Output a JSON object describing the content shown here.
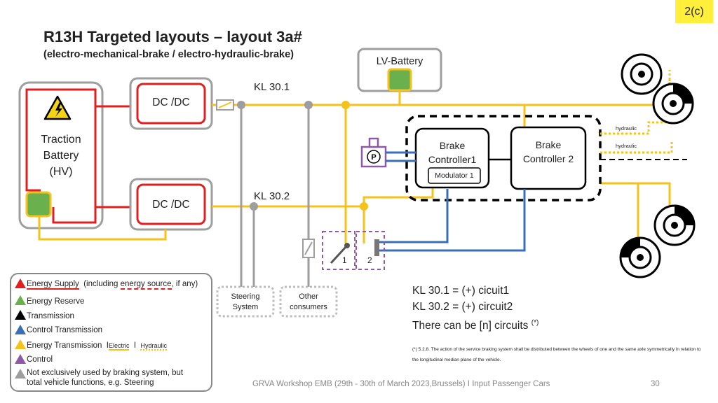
{
  "slide_tag": "2(c)",
  "title": "R13H Targeted layouts – layout 3a#",
  "subtitle": "(electro-mechanical-brake / electro-hydraulic-brake)",
  "blocks": {
    "lv_battery": "LV-Battery",
    "dcdc_top": "DC /DC",
    "dcdc_bottom": "DC /DC",
    "traction_battery": [
      "Traction",
      "Battery",
      "(HV)"
    ],
    "kl301": "KL 30.1",
    "kl302": "KL 30.2",
    "brake_controller_1": [
      "Brake",
      "Controller1"
    ],
    "modulator": "Modulator 1",
    "brake_controller_2": [
      "Brake",
      "Controller 2"
    ],
    "hydraulic_1": "hydraulic",
    "hydraulic_2": "hydraulic",
    "pedal_1": "1",
    "pedal_2": "2",
    "steering_system": [
      "Steering",
      "System"
    ],
    "other_consumers": [
      "Other",
      "consumers"
    ]
  },
  "legend": {
    "energy_supply": "Energy Supply",
    "energy_supply_note_pre": "(including",
    "energy_source": "energy source",
    "energy_supply_note_post": ", if any)",
    "energy_reserve": "Energy Reserve",
    "transmission": "Transmission",
    "control_transmission": "Control Transmission",
    "energy_transmission": "Energy Transmission",
    "sep": "I",
    "electric": "Electric",
    "hydraulic": "Hydraulic",
    "control": "Control",
    "not_exclusive": [
      "Not exclusively used by braking system, but",
      "total vehicle functions, e.g. Steering"
    ]
  },
  "notes": {
    "line1": "KL 30.1 = (+) cicuit1",
    "line2": "KL 30.2 = (+) circuit2",
    "line3": "There can be [n] circuits",
    "line3_sup": "(*)",
    "footnote": "(*) 5.2.8. The action of the service braking system shall be distributed between the wheels of one and the same axle symmetrically in relation to the longitudinal median plane of the vehicle."
  },
  "footer": "GRVA Workshop EMB  (29th - 30th of March 2023,Brussels)  I Input Passenger Cars",
  "page_number": "30",
  "colors": {
    "energy_supply": "#e02020",
    "electric": "#f4c21a",
    "control": "#3a6fb5",
    "reserve": "#6ab04c",
    "other": "#9e9e9e",
    "hydraulic_dotted": "#f4c21a",
    "controller_group": "#000000",
    "pedal_box": "#8e5aa8",
    "tag": "#ffef3a"
  },
  "icons": [
    "high-voltage-warning-icon",
    "parking-brake-icon",
    "brake-disc-icon",
    "brake-pedal-icon",
    "fuse-icon",
    "switch-icon"
  ]
}
